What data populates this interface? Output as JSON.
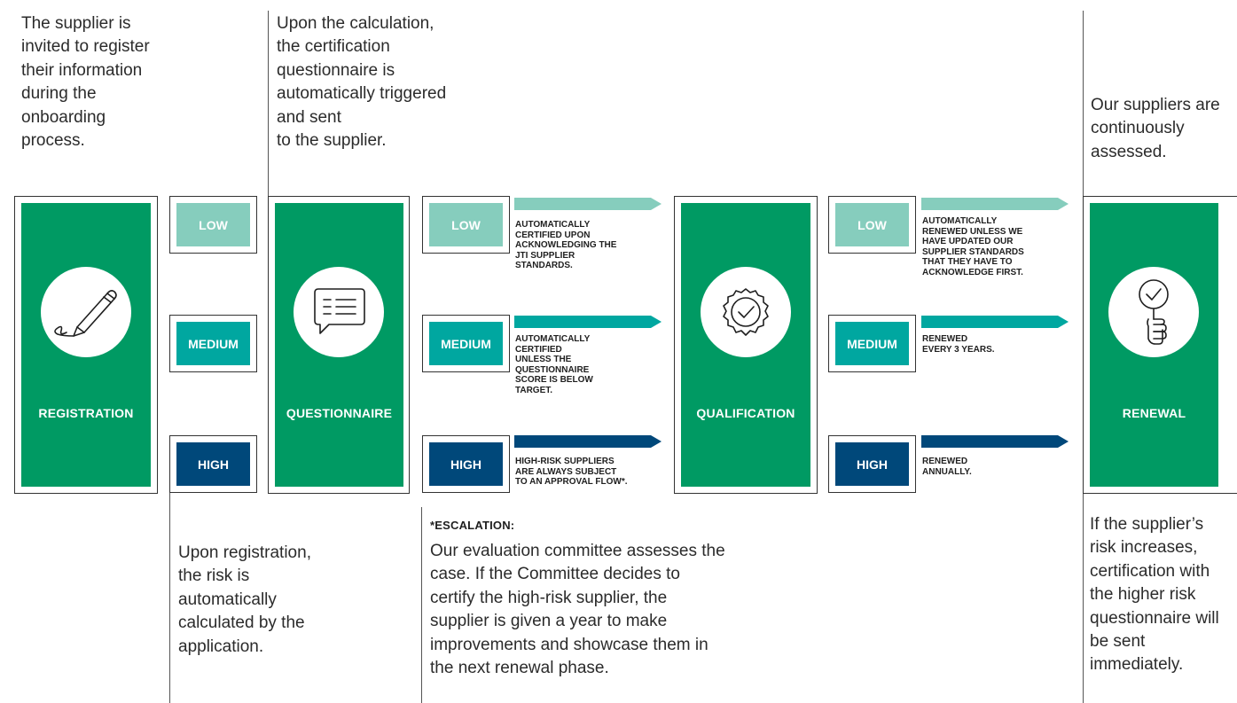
{
  "top_texts": {
    "registration": "The supplier is\ninvited to register\ntheir information\nduring the\nonboarding\nprocess.",
    "questionnaire": "Upon the calculation,\nthe certification\nquestionnaire is\nautomatically triggered\nand sent\nto the supplier.",
    "renewal": "Our suppliers are\ncontinuously\nassessed."
  },
  "stages": {
    "registration": "REGISTRATION",
    "questionnaire": "QUESTIONNAIRE",
    "qualification": "QUALIFICATION",
    "renewal": "RENEWAL"
  },
  "risk_levels": {
    "low": "LOW",
    "medium": "MEDIUM",
    "high": "HIGH"
  },
  "qualification_captions": {
    "low": "AUTOMATICALLY\nCERTIFIED UPON\nACKNOWLEDGING THE\nJTI SUPPLIER\nSTANDARDS.",
    "medium": "AUTOMATICALLY\nCERTIFIED\nUNLESS THE\nQUESTIONNAIRE\nSCORE IS BELOW\nTARGET.",
    "high": "HIGH-RISK SUPPLIERS\nARE ALWAYS SUBJECT\nTO AN APPROVAL FLOW*."
  },
  "renewal_captions": {
    "low": "AUTOMATICALLY\nRENEWED UNLESS WE\nHAVE UPDATED OUR\nSUPPLIER STANDARDS\nTHAT THEY HAVE TO\nACKNOWLEDGE FIRST.",
    "medium": "RENEWED\nEVERY 3 YEARS.",
    "high": "RENEWED\nANNUALLY."
  },
  "bottom_texts": {
    "risk": "Upon  registration,\nthe risk is\nautomatically\ncalculated by the\napplication.",
    "escalation_title": "*ESCALATION:",
    "escalation_body": "Our evaluation committee assesses the\ncase. If the Committee decides to\ncertify the high-risk supplier, the\nsupplier is given a year to make\nimprovements and showcase them in\nthe next renewal phase.",
    "renewal": "If the supplier’s\nrisk increases,\ncertification with\nthe higher risk\nquestionnaire will\nbe sent\nimmediately."
  },
  "colors": {
    "stage_green": "#009a63",
    "low": "#86cdbd",
    "medium": "#00a7a0",
    "high": "#00487a"
  },
  "icons": [
    "pencil-icon",
    "speech-bubble-list-icon",
    "certified-badge-icon",
    "magnifier-check-icon"
  ]
}
